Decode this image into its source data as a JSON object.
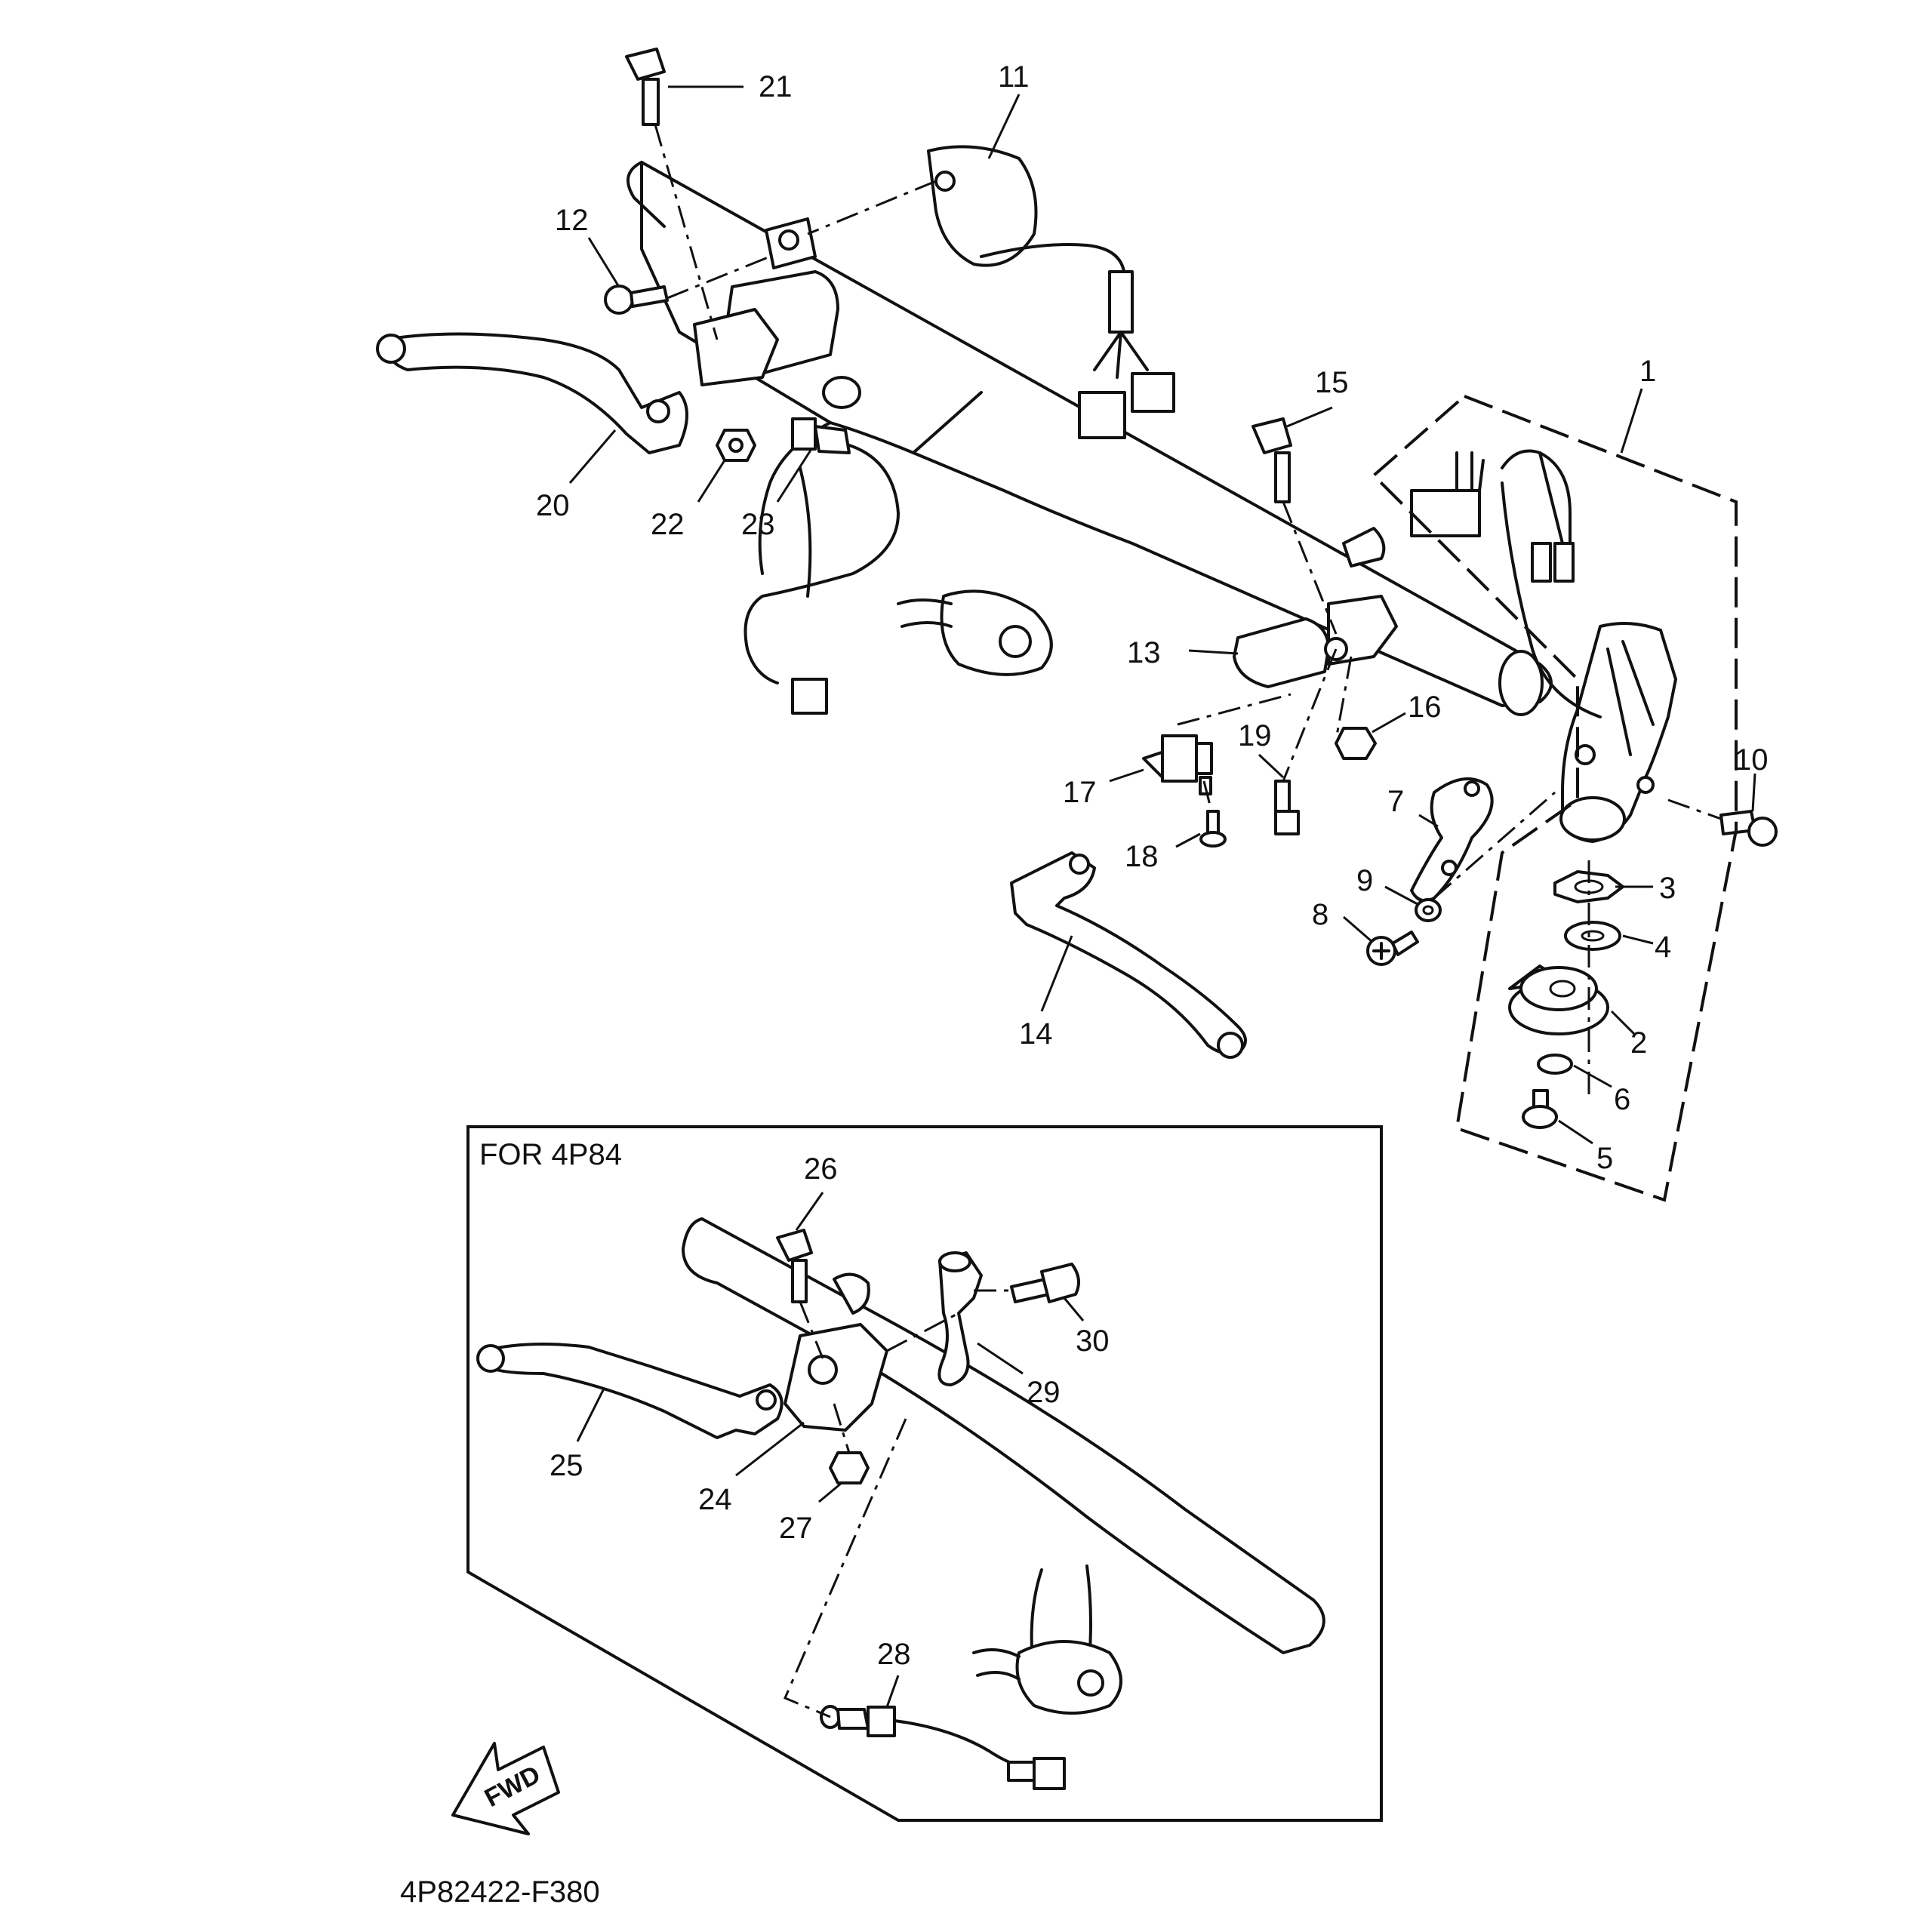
{
  "diagram": {
    "inset_title": "FOR 4P84",
    "drawing_code": "4P82422-F380",
    "direction_label": "FWD",
    "callouts": [
      "1",
      "2",
      "3",
      "4",
      "5",
      "6",
      "7",
      "8",
      "9",
      "10",
      "11",
      "12",
      "13",
      "14",
      "15",
      "16",
      "17",
      "18",
      "19",
      "20",
      "21",
      "22",
      "23",
      "24",
      "25",
      "26",
      "27",
      "28",
      "29",
      "30"
    ]
  }
}
